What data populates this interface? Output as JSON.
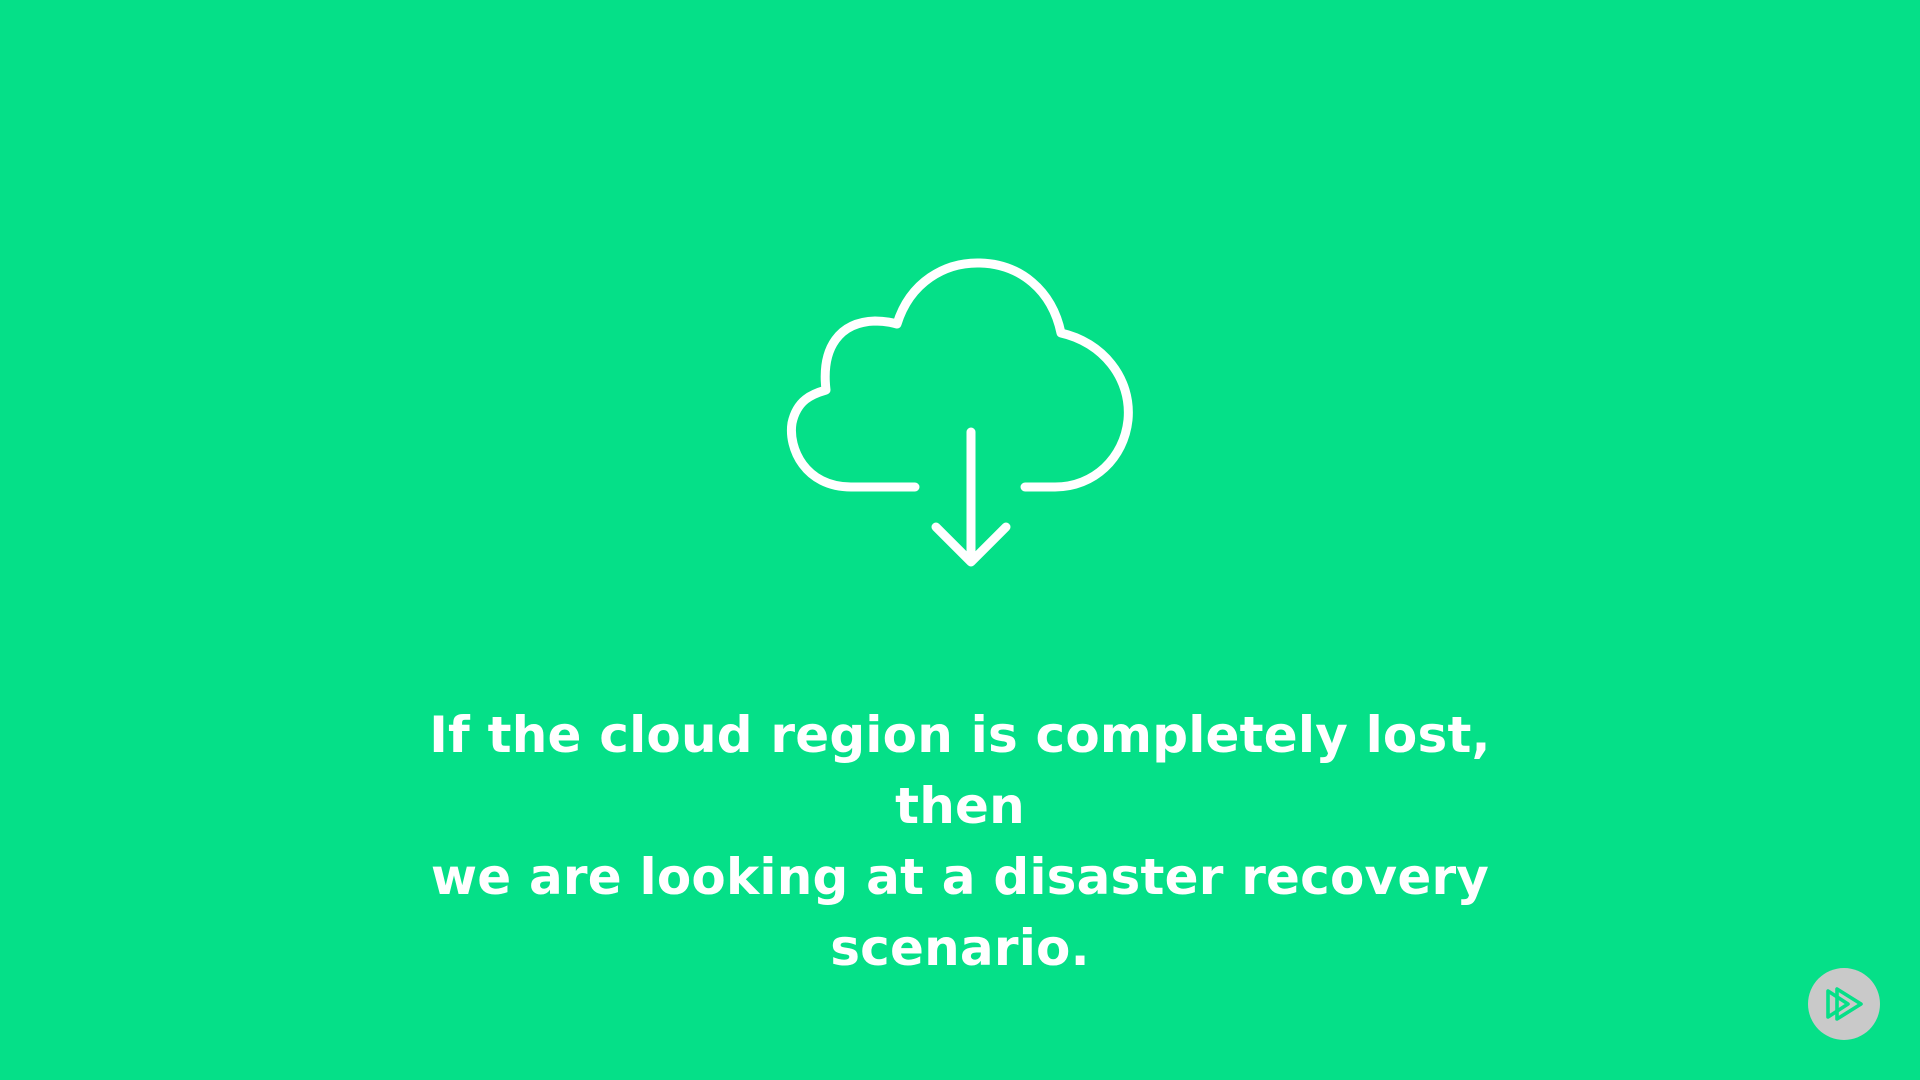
{
  "slide": {
    "background_color": "#05E088",
    "icon": "cloud-download-icon",
    "icon_color": "#FFFFFF",
    "caption_lines": [
      "If the cloud region is completely lost, then",
      "we are looking at a disaster recovery",
      "scenario."
    ]
  },
  "badge": {
    "icon": "pluralsight-play-icon",
    "background_color": "#C9C9C9",
    "icon_color": "#05E088"
  }
}
